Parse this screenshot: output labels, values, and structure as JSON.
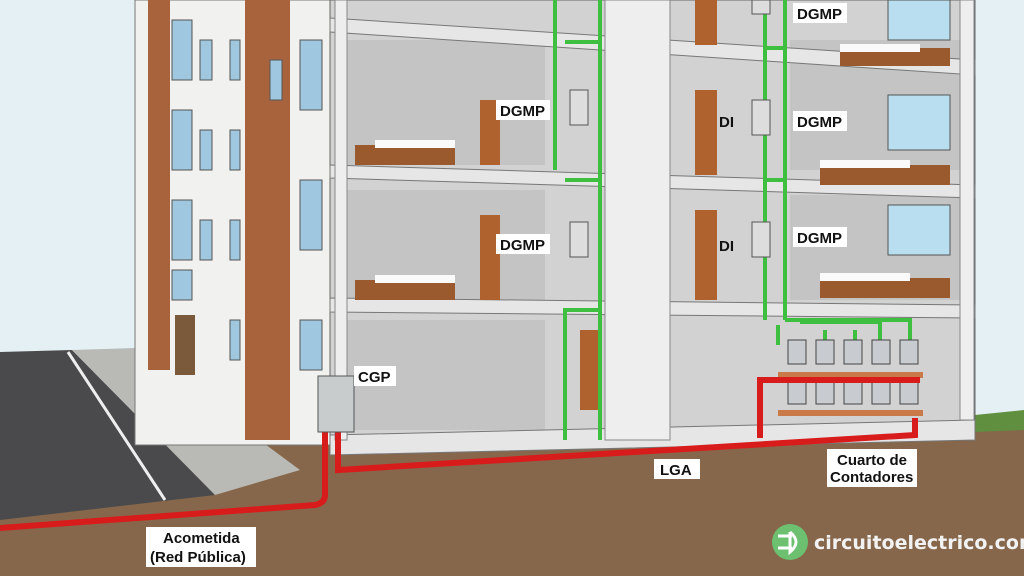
{
  "labels": {
    "dgmp_top_right": "DGMP",
    "dgmp_floor2_left": "DGMP",
    "di_floor2": "DI",
    "dgmp_floor2_right": "DGMP",
    "dgmp_floor1_left": "DGMP",
    "di_floor1": "DI",
    "dgmp_floor1_right": "DGMP",
    "cgp": "CGP",
    "lga": "LGA",
    "meter_room_line1": "Cuarto de",
    "meter_room_line2": "Contadores",
    "service_line1": "Acometida",
    "service_line2": "(Red Pública)"
  },
  "logo": {
    "text": "circuitoelectrico.com",
    "icon": "plug-icon"
  },
  "colors": {
    "supply_cable": "#d81c1c",
    "riser_cable": "#3fbf3f",
    "ground": "#86674b",
    "brick": "#a8633d",
    "sky": "#e4f0f4"
  }
}
